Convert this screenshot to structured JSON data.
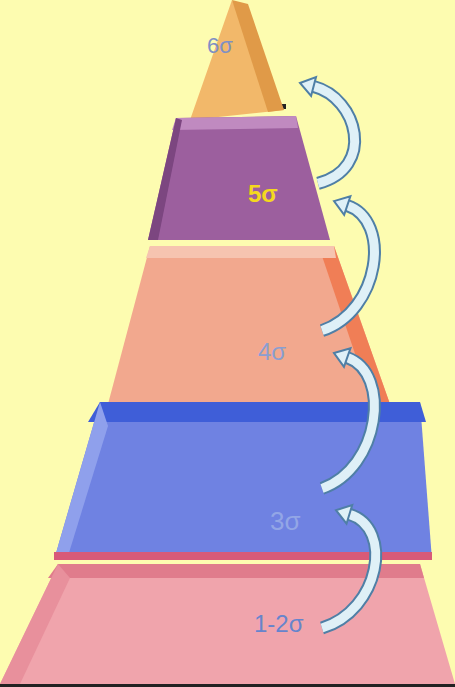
{
  "diagram": {
    "nodes": [
      {
        "text": [
          "6σ"
        ]
      },
      {
        "text": [
          "5σ"
        ]
      },
      {
        "text": [
          "4σ"
        ]
      },
      {
        "text": [
          "3σ"
        ]
      },
      {
        "text": [
          "1-2σ"
        ]
      }
    ],
    "edges": [
      {
        "from": 4,
        "to": 3,
        "arrow": "to"
      },
      {
        "from": 3,
        "to": 2,
        "arrow": "to"
      },
      {
        "from": 2,
        "to": 1,
        "arrow": "to"
      },
      {
        "from": 1,
        "to": 0,
        "arrow": "to"
      }
    ]
  }
}
